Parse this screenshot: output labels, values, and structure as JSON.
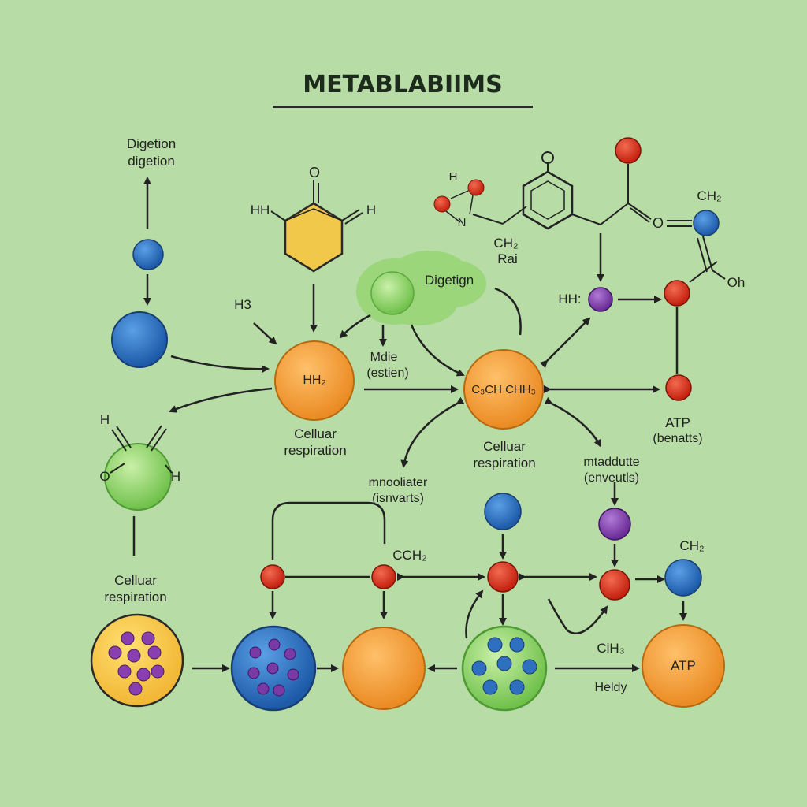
{
  "title": "METABLABIIMS",
  "colors": {
    "background": "#b7dca5",
    "orange": "#f19a33",
    "blue": "#2f6fbf",
    "red": "#d8321f",
    "purple": "#7a3aa6",
    "green": "#8fd46a",
    "yellow": "#f2c84a"
  },
  "labels": {
    "digestion_top_1": "Digetion",
    "digestion_top_2": "digetion",
    "h3": "H3",
    "hh_left": "HH",
    "h_right": "H",
    "o_top": "O",
    "digestion_cloud": "Digetign",
    "mdie_1": "Mdie",
    "mdie_2": "(estien)",
    "node_hh2": "HH₂",
    "node_cch": "C₃CH CHH₃",
    "cellular_1a": "Celluar",
    "cellular_1b": "respiration",
    "cellular_2a": "Celluar",
    "cellular_2b": "respiration",
    "cellular_3a": "Celluar",
    "cellular_3b": "respiration",
    "h_small": "H",
    "o_small": "O",
    "h_small2": "H",
    "mdooliater_1": "mnooliater",
    "mdooliater_2": "(isnvarts)",
    "cch2": "CCH₂",
    "ch2_top_mid": "CH₂",
    "rai": "Rai",
    "h_top": "H",
    "n_top": "N",
    "o_ring": "O",
    "o_right": "O",
    "ch2_top_right": "CH₂",
    "oh": "Oh",
    "hh_right": "HH:",
    "atp_1": "ATP",
    "atp_1b": "(benatts)",
    "mtaddutte_1": "mtaddutte",
    "mtaddutte_2": "(enveutls)",
    "ch2_bottom_right": "CH₂",
    "cih3": "CiH₃",
    "heldy": "Heldy",
    "atp_node": "ATP"
  }
}
